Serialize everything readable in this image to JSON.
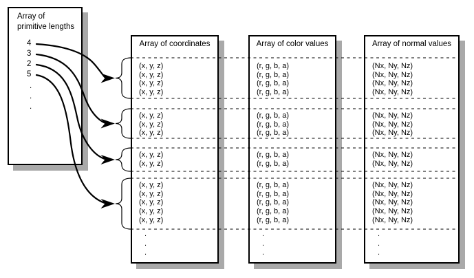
{
  "diagram": {
    "background_color": "#ffffff",
    "line_color": "#000000",
    "shadow_color": "#a9a9a9"
  },
  "primitive_lengths_box": {
    "title": "Array of\nprimitive lengths",
    "values": [
      "4",
      "3",
      "2",
      "5"
    ],
    "ellipsis_dots": [
      ".",
      ".",
      "."
    ]
  },
  "array_boxes": [
    {
      "title": "Array of coordinates",
      "row_label": "(x, y, z)",
      "groups": [
        [
          "(x, y, z)",
          "(x, y, z)",
          "(x, y, z)",
          "(x, y, z)"
        ],
        [
          "(x, y, z)",
          "(x, y, z)",
          "(x, y, z)"
        ],
        [
          "(x, y, z)",
          "(x, y, z)"
        ],
        [
          "(x, y, z)",
          "(x, y, z)",
          "(x, y, z)",
          "(x, y, z)",
          "(x, y, z)"
        ]
      ],
      "ellipsis_dots": [
        ".",
        ".",
        "."
      ]
    },
    {
      "title": "Array of color values",
      "row_label": "(r, g, b, a)",
      "groups": [
        [
          "(r, g, b, a)",
          "(r, g, b, a)",
          "(r, g, b, a)",
          "(r, g, b, a)"
        ],
        [
          "(r, g, b, a)",
          "(r, g, b, a)",
          "(r, g, b, a)"
        ],
        [
          "(r, g, b, a)",
          "(r, g, b, a)"
        ],
        [
          "(r, g, b, a)",
          "(r, g, b, a)",
          "(r, g, b, a)",
          "(r, g, b, a)",
          "(r, g, b, a)"
        ]
      ],
      "ellipsis_dots": [
        ".",
        ".",
        "."
      ]
    },
    {
      "title": "Array of normal values",
      "row_label": "(Nx, Ny, Nz)",
      "groups": [
        [
          "(Nx, Ny, Nz)",
          "(Nx, Ny, Nz)",
          "(Nx, Ny, Nz)",
          "(Nx, Ny, Nz)"
        ],
        [
          "(Nx, Ny, Nz)",
          "(Nx, Ny, Nz)",
          "(Nx, Ny, Nz)"
        ],
        [
          "(Nx, Ny, Nz)",
          "(Nx, Ny, Nz)"
        ],
        [
          "(Nx, Ny, Nz)",
          "(Nx, Ny, Nz)",
          "(Nx, Ny, Nz)",
          "(Nx, Ny, Nz)",
          "(Nx, Ny, Nz)"
        ]
      ],
      "ellipsis_dots": [
        ".",
        ".",
        "."
      ]
    }
  ]
}
